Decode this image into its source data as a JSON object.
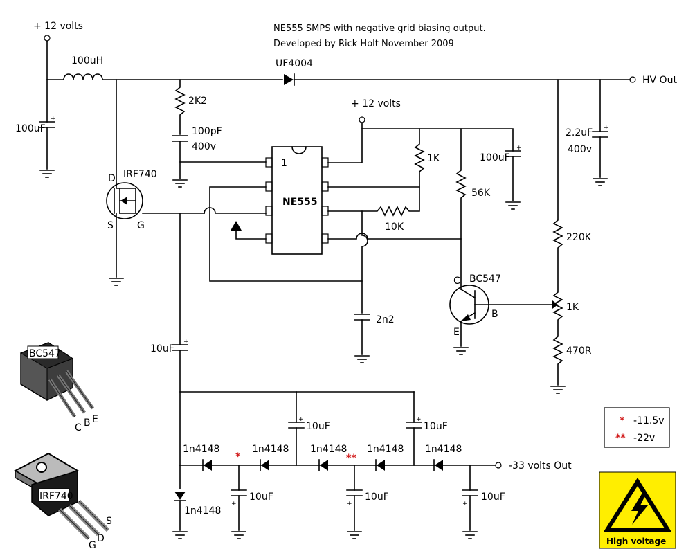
{
  "title": {
    "line1": "NE555 SMPS with negative grid biasing output.",
    "line2": "Developed by Rick Holt November 2009"
  },
  "labels": {
    "supply_top": "+ 12 volts",
    "supply_ic": "+ 12 volts",
    "inductor": "100uH",
    "diode_uf": "UF4004",
    "hv_out": "HV Out",
    "c_in": "100uF",
    "r_2k2": "2K2",
    "c_100pf": "100pF",
    "c_100pf_v": "400v",
    "mosfet": "IRF740",
    "mosfet_d": "D",
    "mosfet_s": "S",
    "mosfet_g": "G",
    "ic": "NE555",
    "pin1": "1",
    "r_1k": "1K",
    "r_10k": "10K",
    "r_56k": "56K",
    "c_100uf_ic": "100uF",
    "c_hv": "2.2uF",
    "c_hv_v": "400v",
    "r_220k": "220K",
    "pot_1k": "1K",
    "r_470r": "470R",
    "transistor": "BC547",
    "q_c": "C",
    "q_b": "B",
    "q_e": "E",
    "c_2n2": "2n2",
    "c_10uf_main": "10uF",
    "pump_caps": [
      "10uF",
      "10uF",
      "10uF",
      "10uF",
      "10uF"
    ],
    "pump_diodes": [
      "1n4148",
      "1n4148",
      "1n4148",
      "1n4148",
      "1n4148",
      "1n4148"
    ],
    "neg_out": "-33 volts Out",
    "mark1": "*",
    "mark2": "**",
    "pkg_bc547": "BC547",
    "pkg_bc547_pins": [
      "C",
      "B",
      "E"
    ],
    "pkg_irf740": "IRF740",
    "pkg_irf740_pins": [
      "G",
      "D",
      "S"
    ],
    "warning": "High voltage"
  },
  "legend": {
    "items": [
      {
        "mark": "*",
        "value": "-11.5v"
      },
      {
        "mark": "**",
        "value": "-22v"
      }
    ]
  },
  "colors": {
    "wire": "#000000",
    "marker": "#d21e1e",
    "warning_bg": "#ffee00"
  }
}
